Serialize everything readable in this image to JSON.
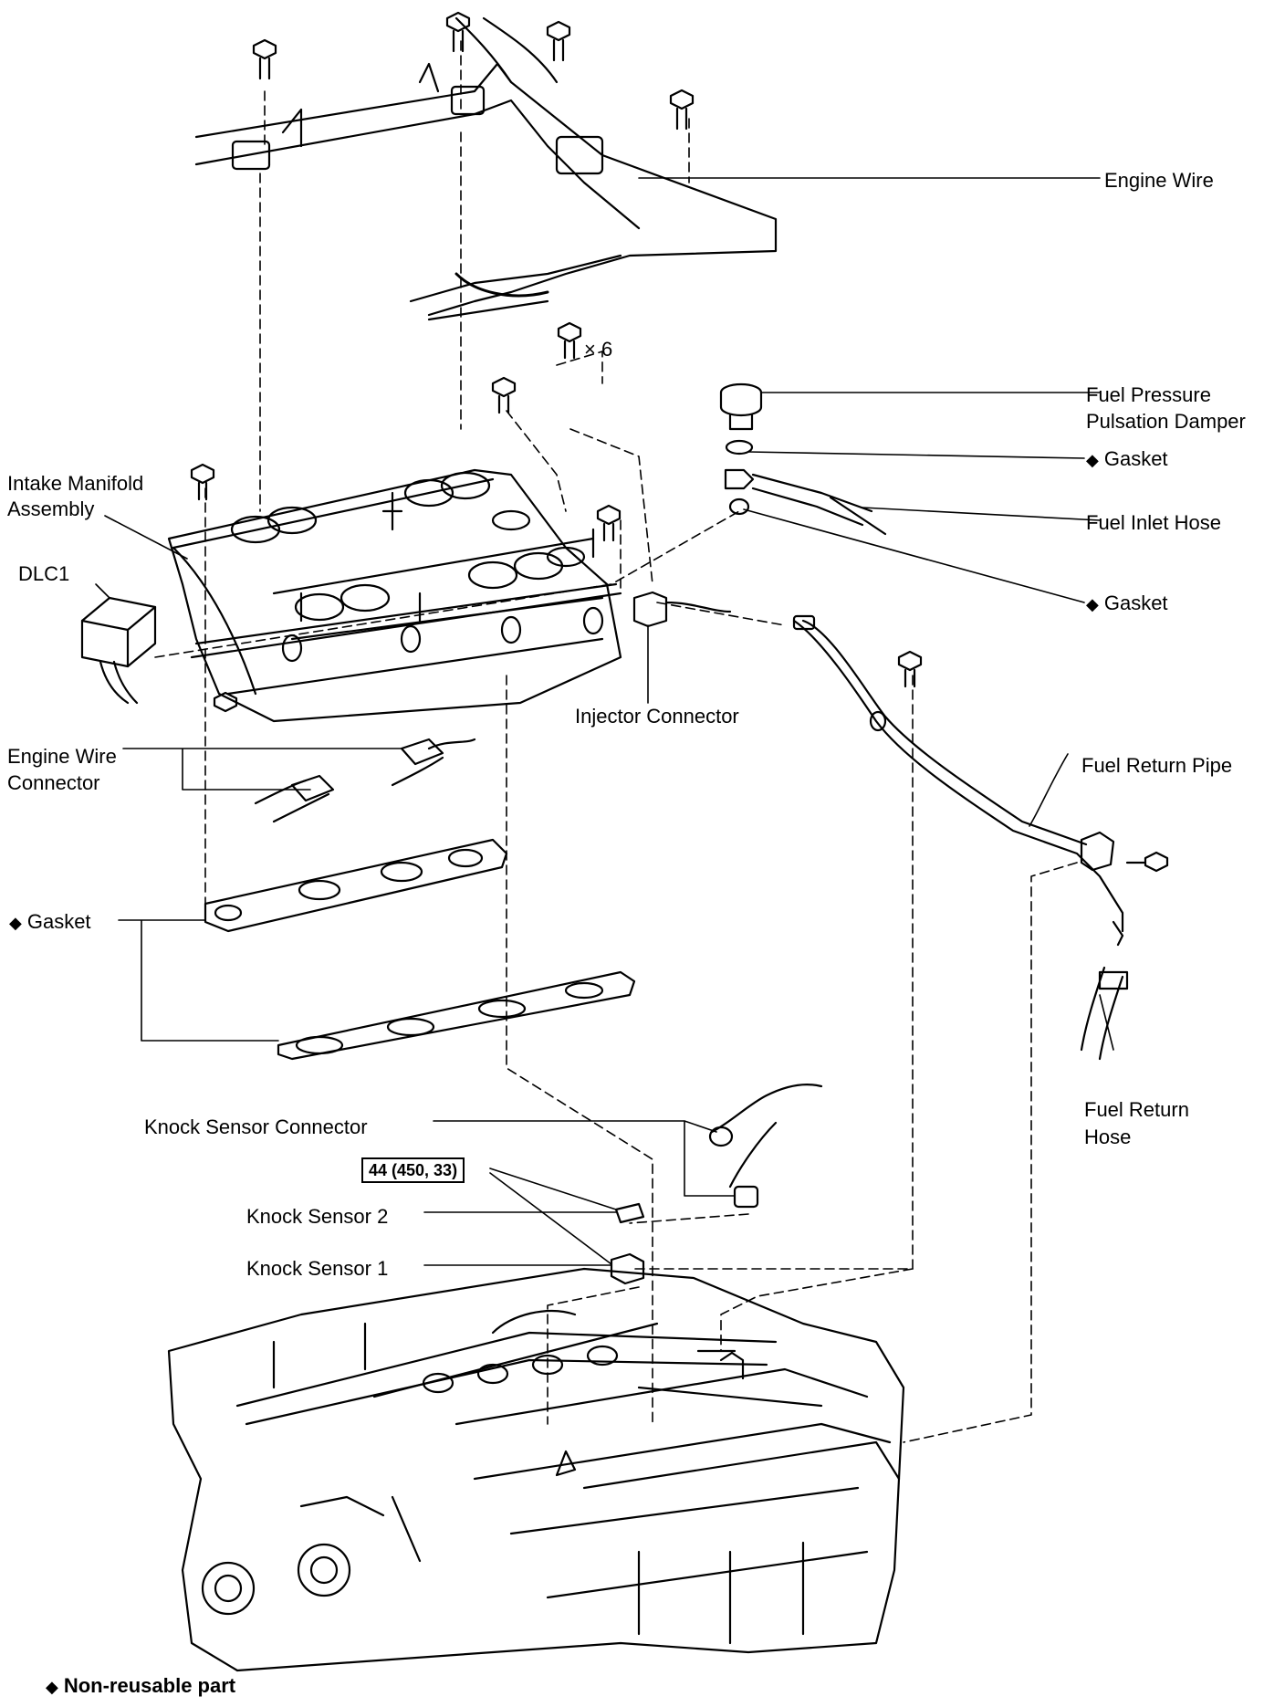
{
  "labels": {
    "engine_wire": "Engine Wire",
    "fuel_pressure_1": "Fuel Pressure",
    "fuel_pressure_2": "Pulsation Damper",
    "gasket_1": "Gasket",
    "fuel_inlet_hose": "Fuel Inlet Hose",
    "gasket_2": "Gasket",
    "intake_manifold_1": "Intake Manifold",
    "intake_manifold_2": "Assembly",
    "dlc1": "DLC1",
    "injector_connector": "Injector Connector",
    "engine_wire_connector_1": "Engine Wire",
    "engine_wire_connector_2": "Connector",
    "fuel_return_pipe": "Fuel Return Pipe",
    "gasket_3": "Gasket",
    "fuel_return_hose_1": "Fuel Return",
    "fuel_return_hose_2": "Hose",
    "knock_sensor_connector": "Knock Sensor Connector",
    "torque_spec": "44 (450, 33)",
    "knock_sensor_2": "Knock Sensor 2",
    "knock_sensor_1": "Knock Sensor 1",
    "bolt_count": "× 6"
  },
  "diamond": "◆",
  "footnote": "Non-reusable part"
}
